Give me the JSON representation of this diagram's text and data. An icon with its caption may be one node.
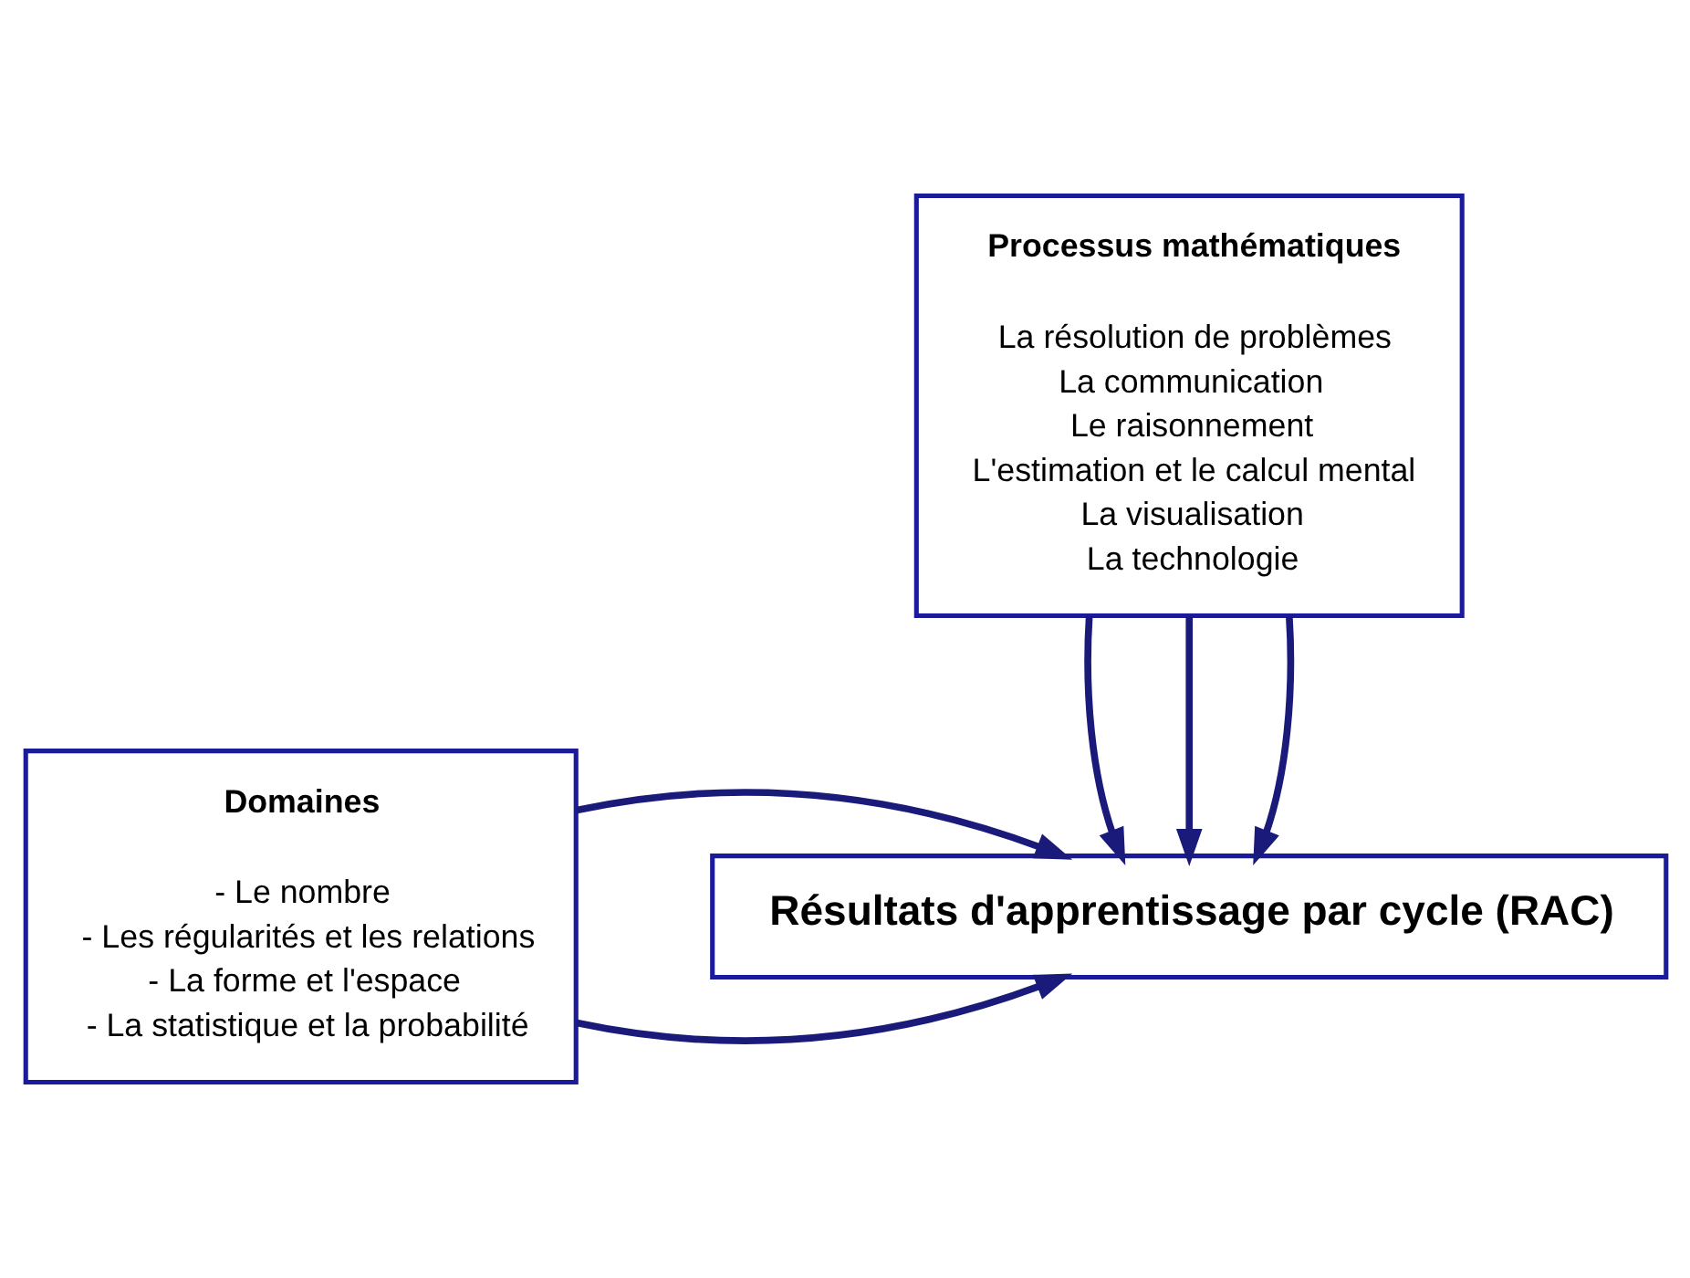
{
  "diagram": {
    "nodes": [
      {
        "text": [
          "Processus mathématiques",
          "La résolution de problèmes",
          "La communication",
          "Le raisonnement",
          "L'estimation et le calcul mental",
          "La visualisation",
          "La technologie"
        ]
      },
      {
        "text": [
          "Domaines",
          "- Le nombre",
          "- Les régularités et les relations",
          "- La forme et l'espace",
          "- La statistique et la probabilité"
        ]
      },
      {
        "text": [
          "Résultats d'apprentissage par cycle (RAC)"
        ]
      }
    ],
    "edges": [
      {
        "from": 0,
        "to": 2,
        "arrow": "to"
      },
      {
        "from": 0,
        "to": 2,
        "arrow": "to"
      },
      {
        "from": 0,
        "to": 2,
        "arrow": "to"
      },
      {
        "from": 1,
        "to": 2,
        "arrow": "to"
      },
      {
        "from": 1,
        "to": 2,
        "arrow": "to"
      }
    ]
  }
}
